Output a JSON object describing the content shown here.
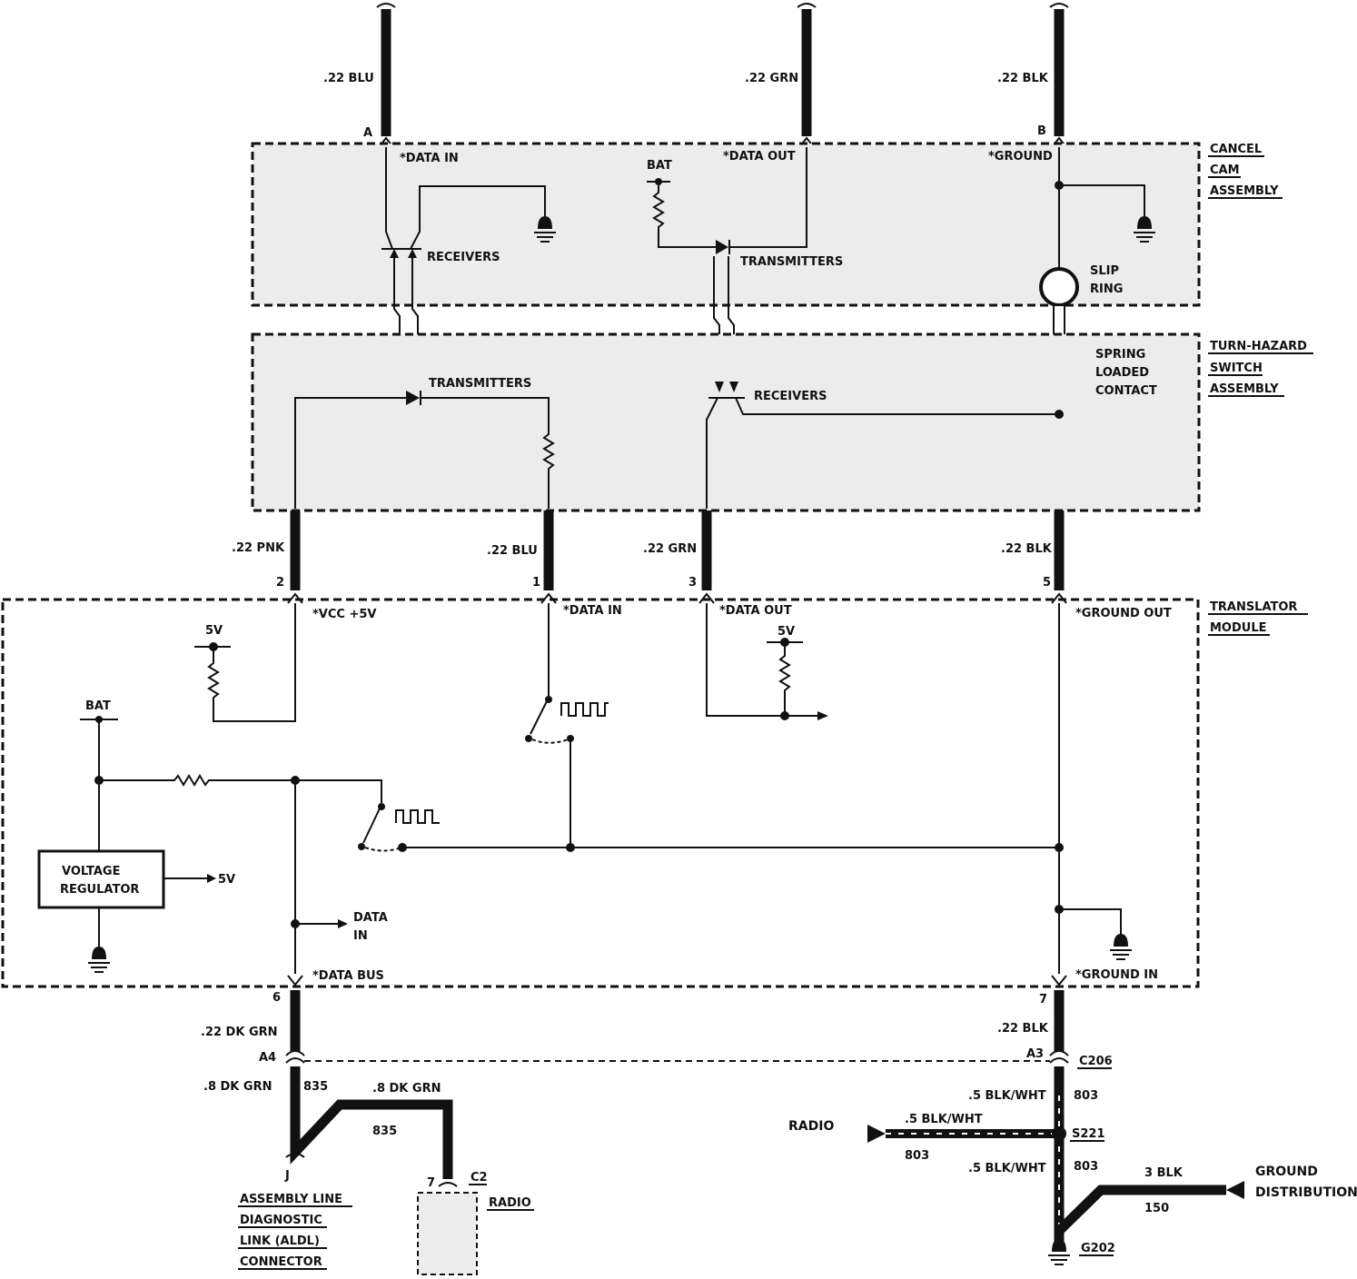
{
  "wires_top": {
    "blu": ".22 BLU",
    "grn": ".22 GRN",
    "blk": ".22 BLK",
    "pin_a": "A",
    "pin_b": "B"
  },
  "cancel_cam": {
    "title_1": "CANCEL",
    "title_2": "CAM",
    "title_3": "ASSEMBLY",
    "data_in": "*DATA IN",
    "data_out": "*DATA OUT",
    "ground": "*GROUND",
    "bat": "BAT",
    "receivers": "RECEIVERS",
    "transmitters": "TRANSMITTERS",
    "slip_1": "SLIP",
    "slip_2": "RING"
  },
  "turn_hazard": {
    "title_1": "TURN-HAZARD",
    "title_2": "SWITCH",
    "title_3": "ASSEMBLY",
    "transmitters": "TRANSMITTERS",
    "receivers": "RECEIVERS",
    "contact_1": "SPRING",
    "contact_2": "LOADED",
    "contact_3": "CONTACT"
  },
  "wires_mid": {
    "pnk": ".22 PNK",
    "blu": ".22 BLU",
    "grn": ".22 GRN",
    "blk": ".22 BLK",
    "pin_2": "2",
    "pin_1": "1",
    "pin_3": "3",
    "pin_5": "5"
  },
  "translator": {
    "title_1": "TRANSLATOR",
    "title_2": "MODULE",
    "vcc": "*VCC   +5V",
    "data_in": "*DATA IN",
    "data_out": "*DATA OUT",
    "ground_out": "*GROUND OUT",
    "v5_a": "5V",
    "v5_b": "5V",
    "v5_c": "5V",
    "bat": "BAT",
    "vreg_1": "VOLTAGE",
    "vreg_2": "REGULATOR",
    "data_in_arrow_1": "DATA",
    "data_in_arrow_2": "IN",
    "data_bus": "*DATA BUS",
    "ground_in": "*GROUND IN"
  },
  "wires_bottom": {
    "pin_6": "6",
    "pin_7": "7",
    "dkgrn_22": ".22 DK GRN",
    "blk_22": ".22 BLK",
    "a4": "A4",
    "a3": "A3",
    "c206": "C206",
    "dkgrn_8a": ".8 DK GRN",
    "c835a": "835",
    "dkgrn_8b": ".8 DK GRN",
    "c835b": "835",
    "pin_j": "J",
    "pin_7b": "7",
    "c2": "C2",
    "radio_box": "RADIO",
    "aldl_1": "ASSEMBLY LINE",
    "aldl_2": "DIAGNOSTIC",
    "aldl_3": "LINK (ALDL)",
    "aldl_4": "CONNECTOR",
    "blkwht_1": ".5 BLK/WHT",
    "c803a": "803",
    "radio_left": "RADIO",
    "blkwht_2": ".5 BLK/WHT",
    "c803b": "803",
    "s221": "S221",
    "blkwht_3": ".5 BLK/WHT",
    "c803c": "803",
    "blk_3": "3 BLK",
    "c150": "150",
    "gnd_dist_1": "GROUND",
    "gnd_dist_2": "DISTRIBUTION",
    "g202": "G202"
  }
}
